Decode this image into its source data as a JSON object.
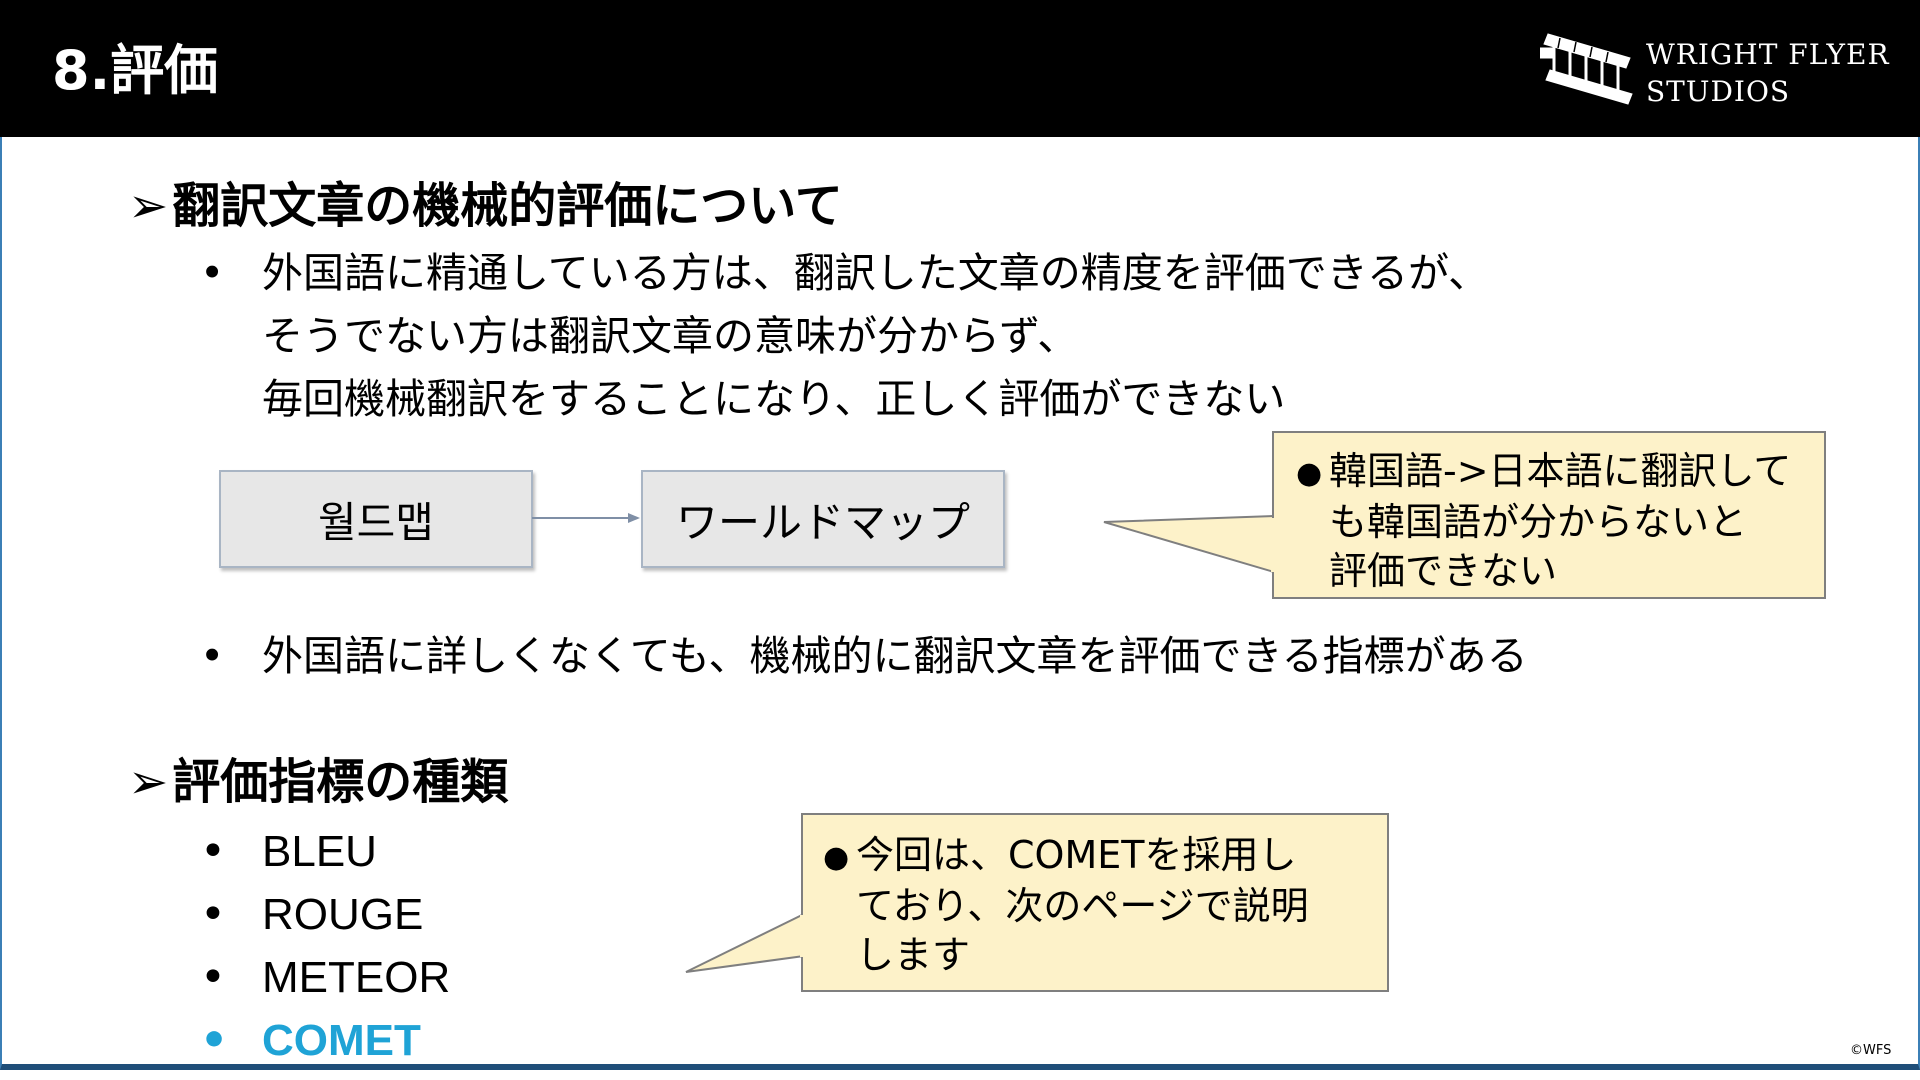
{
  "header": {
    "title": "8.評価",
    "logo_line1": "WRIGHT FLYER",
    "logo_line2": "STUDIOS"
  },
  "section1": {
    "heading": "翻訳文章の機械的評価について",
    "bullet1_lines": [
      "外国語に精通している方は、翻訳した文章の精度を評価できるが、",
      "そうでない方は翻訳文章の意味が分からず、",
      "毎回機械翻訳をすることになり、正しく評価ができない"
    ],
    "diagram": {
      "source_label": "월드맵",
      "target_label": "ワールドマップ"
    },
    "callout_lines": [
      "韓国語->日本語に翻訳して",
      "も韓国語が分からないと",
      "評価できない"
    ],
    "bullet2": "外国語に詳しくなくても、機械的に翻訳文章を評価できる指標がある"
  },
  "section2": {
    "heading": "評価指標の種類",
    "items": [
      "BLEU",
      "ROUGE",
      "METEOR",
      "COMET"
    ],
    "highlight_color": "#1fa3d6",
    "callout_lines": [
      "今回は、COMETを採用し",
      "ており、次のページで説明",
      "します"
    ]
  },
  "bullet_glyph": "•",
  "callout_bullet": "●",
  "arrow_glyph": "➢",
  "footer": {
    "copyright": "©WFS"
  },
  "colors": {
    "header_bg": "#000000",
    "callout_bg": "#fdf2c9",
    "box_bg": "#e7e7e7",
    "frame": "#3b7fb6"
  }
}
